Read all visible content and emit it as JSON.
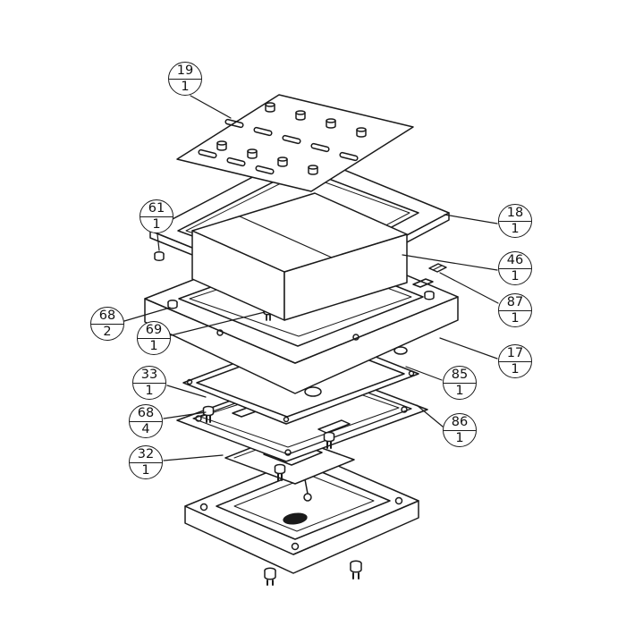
{
  "diagram": {
    "type": "exploded-parts-diagram",
    "background_color": "#ffffff",
    "line_color": "#1a1a1a"
  },
  "callouts": [
    {
      "num": "19",
      "qty": "1"
    },
    {
      "num": "61",
      "qty": "1"
    },
    {
      "num": "18",
      "qty": "1"
    },
    {
      "num": "46",
      "qty": "1"
    },
    {
      "num": "87",
      "qty": "1"
    },
    {
      "num": "68",
      "qty": "2"
    },
    {
      "num": "69",
      "qty": "1"
    },
    {
      "num": "17",
      "qty": "1"
    },
    {
      "num": "85",
      "qty": "1"
    },
    {
      "num": "33",
      "qty": "1"
    },
    {
      "num": "68",
      "qty": "4"
    },
    {
      "num": "86",
      "qty": "1"
    },
    {
      "num": "32",
      "qty": "1"
    }
  ]
}
